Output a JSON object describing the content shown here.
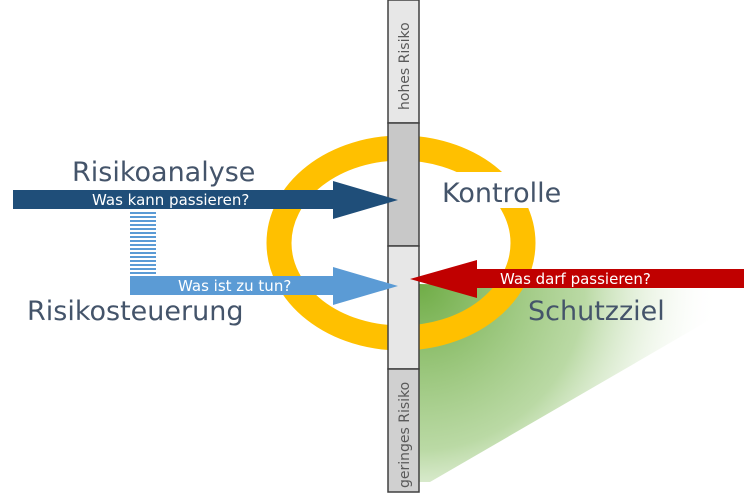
{
  "labels": {
    "risikoanalyse": "Risikoanalyse",
    "risikosteuerung": "Risikosteuerung",
    "kontrolle": "Kontrolle",
    "schutzziel": "Schutzziel"
  },
  "arrows": {
    "analyse": "Was kann passieren?",
    "steuerung": "Was ist zu tun?",
    "schutzziel": "Was darf passieren?"
  },
  "scale": {
    "top": "hohes Risiko",
    "bottom": "geringes Risiko"
  },
  "colors": {
    "dark_blue": "#1f4e79",
    "light_blue": "#5b9bd5",
    "red": "#c00000",
    "ring": "#ffc000",
    "green": "#70ad47",
    "text": "#44546a"
  }
}
